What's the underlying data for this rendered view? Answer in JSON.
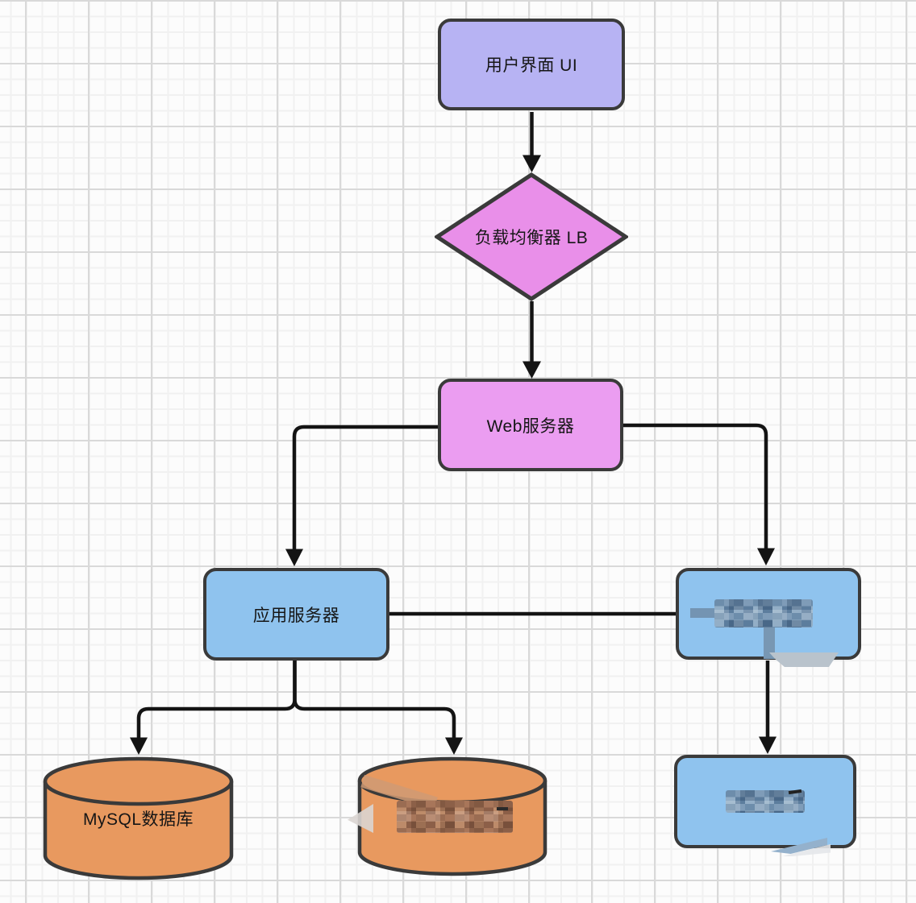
{
  "canvas": {
    "type": "flowchart",
    "background": "grid-paper"
  },
  "nodes": {
    "ui": {
      "label": "用户界面 UI",
      "shape": "rounded-rect",
      "fill": "#b7b3f3",
      "redacted": false
    },
    "lb": {
      "label": "负载均衡器 LB",
      "shape": "diamond",
      "fill": "#e98fe9",
      "redacted": false
    },
    "web": {
      "label": "Web服务器",
      "shape": "rounded-rect",
      "fill": "#eb9df1",
      "redacted": false
    },
    "app1": {
      "label": "应用服务器",
      "shape": "rounded-rect",
      "fill": "#8fc3ee",
      "redacted": false
    },
    "app2": {
      "label": "",
      "shape": "rounded-rect",
      "fill": "#8fc3ee",
      "redacted": true
    },
    "mysql": {
      "label": "MySQL数据库",
      "shape": "cylinder",
      "fill": "#e8995f",
      "redacted": false
    },
    "db2": {
      "label": "",
      "shape": "cylinder",
      "fill": "#e8995f",
      "redacted": true
    },
    "box3": {
      "label": "",
      "shape": "rounded-rect",
      "fill": "#8fc3ee",
      "redacted": true
    }
  },
  "edges": [
    {
      "from": "ui",
      "to": "lb",
      "style": "arrow"
    },
    {
      "from": "lb",
      "to": "web",
      "style": "arrow"
    },
    {
      "from": "web",
      "to": "app1",
      "style": "arrow"
    },
    {
      "from": "web",
      "to": "app2",
      "style": "arrow"
    },
    {
      "from": "app1",
      "to": "app2",
      "style": "line"
    },
    {
      "from": "app1",
      "to": "mysql",
      "style": "arrow"
    },
    {
      "from": "app1",
      "to": "db2",
      "style": "arrow"
    },
    {
      "from": "app2",
      "to": "box3",
      "style": "arrow"
    }
  ],
  "colors": {
    "border": "#3a3a3a",
    "edge": "#141414",
    "ui_fill": "#b7b3f3",
    "lb_fill": "#e98fe9",
    "web_fill": "#eb9df1",
    "app_fill": "#8fc3ee",
    "db_fill": "#e8995f"
  }
}
